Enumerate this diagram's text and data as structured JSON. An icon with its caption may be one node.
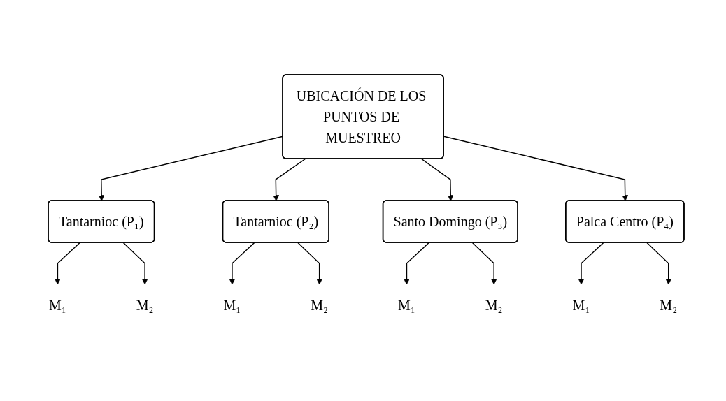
{
  "diagram": {
    "nodes": [
      {
        "text": [
          "UBICACIÓN DE LOS PUNTOS DE MUESTREO"
        ]
      },
      {
        "text": [
          "Tantarnioc (P₁)"
        ]
      },
      {
        "text": [
          "Tantarnioc (P₂)"
        ]
      },
      {
        "text": [
          "Santo Domingo (P₃)"
        ]
      },
      {
        "text": [
          "Palca Centro (P₄)"
        ]
      },
      {
        "text": [
          "M₁"
        ]
      },
      {
        "text": [
          "M₂"
        ]
      },
      {
        "text": [
          "M₁"
        ]
      },
      {
        "text": [
          "M₂"
        ]
      },
      {
        "text": [
          "M₁"
        ]
      },
      {
        "text": [
          "M₂"
        ]
      },
      {
        "text": [
          "M₁"
        ]
      },
      {
        "text": [
          "M₂"
        ]
      }
    ],
    "edges": [
      {
        "from": 0,
        "to": 1,
        "arrow": "to"
      },
      {
        "from": 0,
        "to": 2,
        "arrow": "to"
      },
      {
        "from": 0,
        "to": 3,
        "arrow": "to"
      },
      {
        "from": 0,
        "to": 4,
        "arrow": "to"
      },
      {
        "from": 1,
        "to": 5,
        "arrow": "to"
      },
      {
        "from": 1,
        "to": 6,
        "arrow": "to"
      },
      {
        "from": 2,
        "to": 7,
        "arrow": "to"
      },
      {
        "from": 2,
        "to": 8,
        "arrow": "to"
      },
      {
        "from": 3,
        "to": 9,
        "arrow": "to"
      },
      {
        "from": 3,
        "to": 10,
        "arrow": "to"
      },
      {
        "from": 4,
        "to": 11,
        "arrow": "to"
      },
      {
        "from": 4,
        "to": 12,
        "arrow": "to"
      }
    ]
  }
}
